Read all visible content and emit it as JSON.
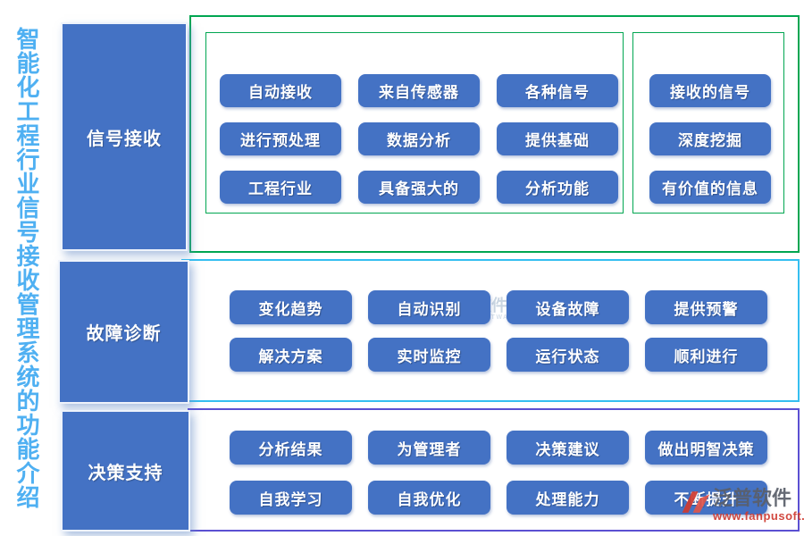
{
  "page": {
    "vertical_title": "智能化工程行业信号接收管理系统的功能介绍"
  },
  "colors": {
    "button_blue": "#4472c4",
    "title_blue": "#4fb0f2",
    "section1_border": "#00a651",
    "section2_border": "#35bef0",
    "section3_border": "#5b50d2",
    "watermark_red": "#cf3a30"
  },
  "sections": [
    {
      "label": "信号接收",
      "groups": [
        {
          "buttons": [
            "自动接收",
            "来自传感器",
            "各种信号",
            "进行预处理",
            "数据分析",
            "提供基础",
            "工程行业",
            "具备强大的",
            "分析功能"
          ]
        },
        {
          "buttons": [
            "接收的信号",
            "深度挖掘",
            "有价值的信息"
          ]
        }
      ]
    },
    {
      "label": "故障诊断",
      "groups": [
        {
          "buttons": [
            "变化趋势",
            "自动识别",
            "设备故障",
            "提供预警",
            "解决方案",
            "实时监控",
            "运行状态",
            "顺利进行"
          ]
        }
      ]
    },
    {
      "label": "决策支持",
      "groups": [
        {
          "buttons": [
            "分析结果",
            "为管理者",
            "决策建议",
            "做出明智决策",
            "自我学习",
            "自我优化",
            "处理能力",
            "不断提升"
          ]
        }
      ]
    }
  ],
  "watermarks": {
    "center": {
      "brand": "泛普软件",
      "subtitle": "FANPU SOFTWARE"
    },
    "bottom_right": {
      "brand": "泛普软件",
      "url": "www.fanpusoft.com"
    }
  }
}
